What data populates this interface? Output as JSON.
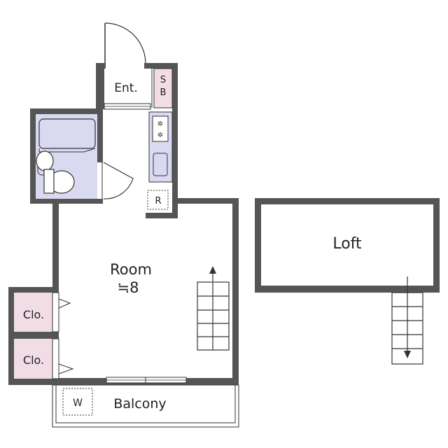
{
  "rooms": {
    "entrance": "Ent.",
    "shoe_box": "SB",
    "refrigerator": "R",
    "room": "Room",
    "room_size": "≒8",
    "closet_1": "Clo.",
    "closet_2": "Clo.",
    "washer": "W",
    "balcony": "Balcony",
    "loft": "Loft"
  },
  "colors": {
    "wall": "#555555",
    "bath": "#d9d9f0",
    "closet": "#f2dde6",
    "line": "#333333"
  }
}
